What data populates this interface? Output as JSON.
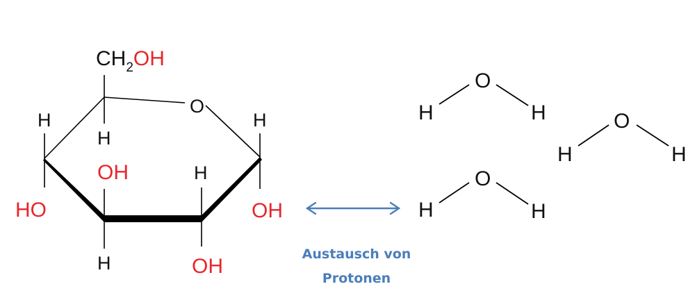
{
  "colors": {
    "bond": "#000000",
    "hydroxyl": "#e8262b",
    "text": "#111111",
    "arrow": "#4a7ebb",
    "caption": "#4a7ebb"
  },
  "glucose": {
    "ch2_part": "CH",
    "ch2_sub": "2",
    "ch2_oh": "OH",
    "ring_o": "O",
    "h_c5": "H",
    "h_c5_down": "H",
    "h_c1_up": "H",
    "h_c4_up": "H",
    "ho_c4": "HO",
    "oh_c3_up": "OH",
    "h_c3_down": "H",
    "h_c2_up": "H",
    "oh_c2_down": "OH",
    "oh_c1_down": "OH"
  },
  "exchange": {
    "caption_line1": "Austausch von",
    "caption_line2": "Protonen"
  },
  "water": [
    {
      "o": "O",
      "h1": "H",
      "h2": "H"
    },
    {
      "o": "O",
      "h1": "H",
      "h2": "H"
    },
    {
      "o": "O",
      "h1": "H",
      "h2": "H"
    }
  ]
}
